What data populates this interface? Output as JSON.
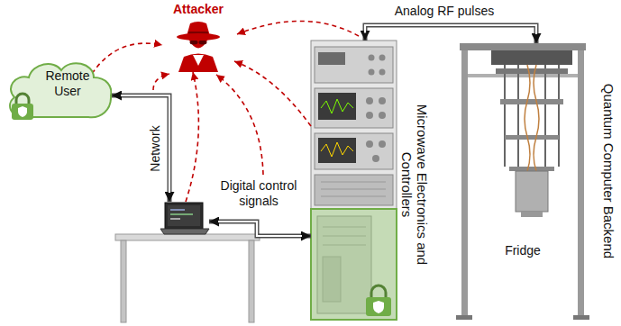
{
  "diagram": {
    "nodes": [
      {
        "text": [
          "Attacker"
        ]
      },
      {
        "text": [
          "Remote User"
        ]
      },
      {
        "text": []
      },
      {
        "text": [
          "Microwave Electronics and Controllers"
        ]
      },
      {
        "text": [
          "Fridge",
          "Quantum Computer Backend"
        ]
      }
    ],
    "edges": [
      {
        "from": 1,
        "to": 2,
        "arrow": "both",
        "label": "Network"
      },
      {
        "from": 2,
        "to": 3,
        "arrow": "both",
        "label": "Digital control signals"
      },
      {
        "from": 3,
        "to": 4,
        "arrow": "both",
        "label": "Analog RF pulses"
      },
      {
        "from": 1,
        "to": 0,
        "arrow": "to"
      },
      {
        "from": 2,
        "to": 0,
        "arrow": "to"
      },
      {
        "from": 3,
        "to": 0,
        "arrow": "to"
      }
    ]
  }
}
